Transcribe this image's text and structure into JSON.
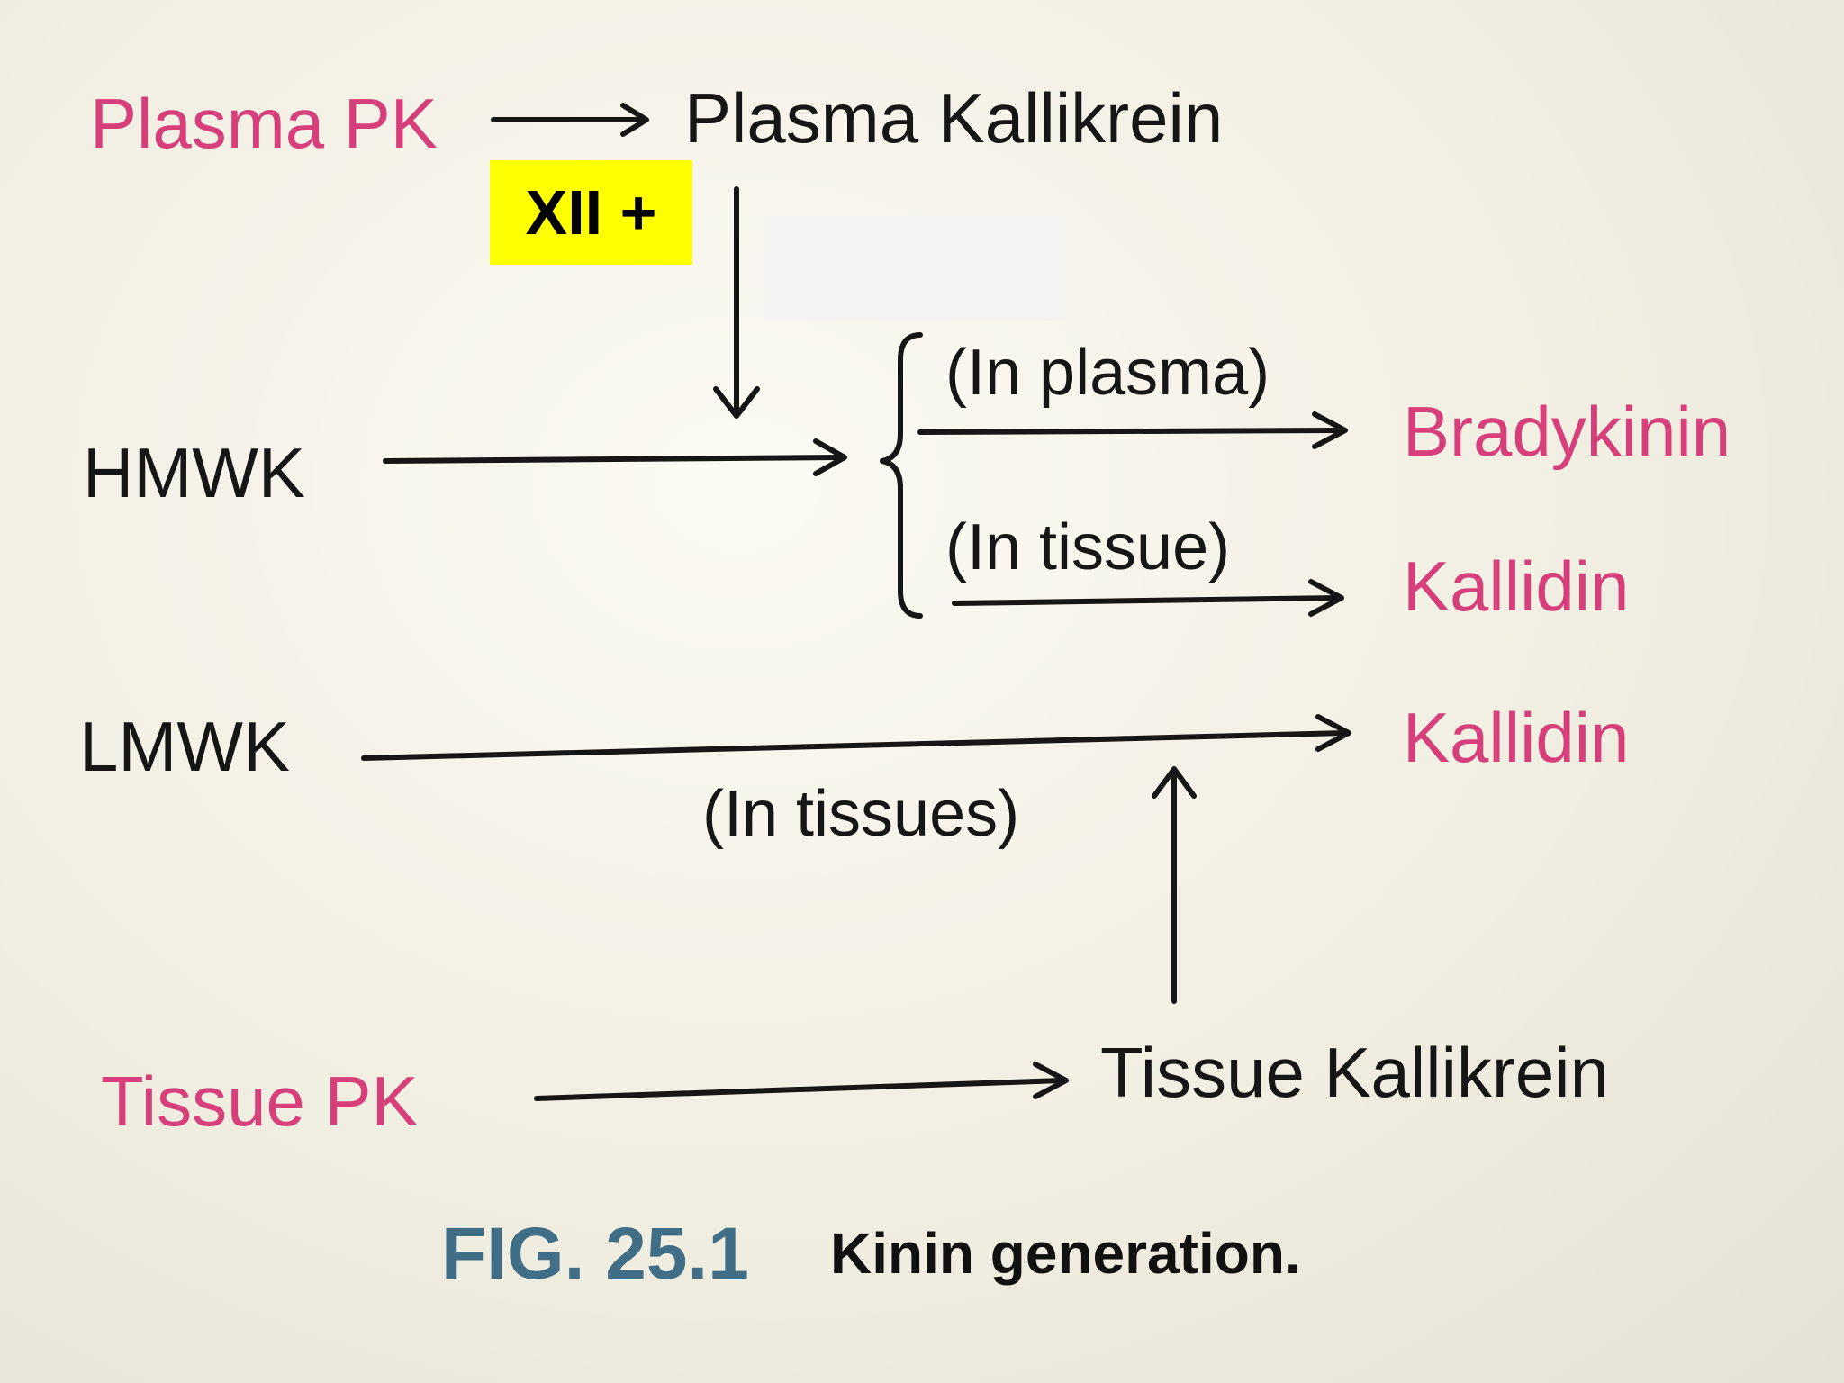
{
  "nodes": {
    "plasma_pk": "Plasma PK",
    "plasma_kallikrein": "Plasma Kallikrein",
    "hmwk": "HMWK",
    "bradykinin": "Bradykinin",
    "kallidin_1": "Kallidin",
    "lmwk": "LMWK",
    "kallidin_2": "Kallidin",
    "tissue_pk": "Tissue  PK",
    "tissue_kallikrein": "Tissue  Kallikrein"
  },
  "annotations": {
    "xii": "XII +",
    "in_plasma": "(In plasma)",
    "in_tissue": "(In tissue)",
    "in_tissues": "(In tissues)"
  },
  "caption": {
    "fig": "FIG. 25.1",
    "text": "Kinin generation."
  },
  "colors": {
    "substrate": "#161616",
    "product": "#d63f7a",
    "highlight": "#ffff00",
    "caption_fig": "#3f6e86"
  }
}
